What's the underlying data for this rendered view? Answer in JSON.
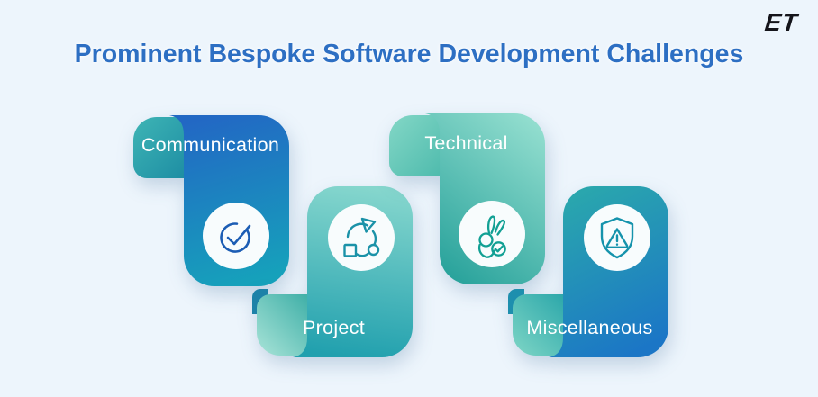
{
  "title": "Prominent Bespoke Software Development Challenges",
  "logo": {
    "text": "ET"
  },
  "background_color": "#edf5fc",
  "title_color": "#2d6fc3",
  "cards": [
    {
      "label": "Communication",
      "type": "ribbon-down",
      "icon": "check-circle-icon",
      "front_from": "#2268c4",
      "front_to": "#16a1bb",
      "fold_from": "#3eb5b5",
      "fold_to": "#1f8fa4",
      "icon_color": "#1c5db4",
      "circle_fill": "#f8fcfd"
    },
    {
      "label": "Project",
      "type": "ribbon-up",
      "icon": "agile-cycle-icon",
      "front_from": "#85d6cd",
      "front_to": "#21a0ae",
      "fold_from": "#43b1a9",
      "fold_to": "#a9e4d8",
      "tip_color": "#1d82a8",
      "icon_color": "#1b92a8",
      "circle_fill": "#f8fcfd"
    },
    {
      "label": "Technical",
      "type": "ribbon-down",
      "icon": "ok-hand-icon",
      "front_from": "#93decf",
      "front_to": "#2aa39c",
      "fold_from": "#83d7c6",
      "fold_to": "#51bcae",
      "icon_color": "#12a094",
      "circle_fill": "#f8fcfd"
    },
    {
      "label": "Miscellaneous",
      "type": "ribbon-up",
      "icon": "shield-warning-icon",
      "front_from": "#2aa7ad",
      "front_to": "#1b76c6",
      "fold_from": "#2fa9ab",
      "fold_to": "#7fd6c6",
      "tip_color": "#1e8fae",
      "icon_color": "#1593ac",
      "circle_fill": "#f8fcfd"
    }
  ]
}
